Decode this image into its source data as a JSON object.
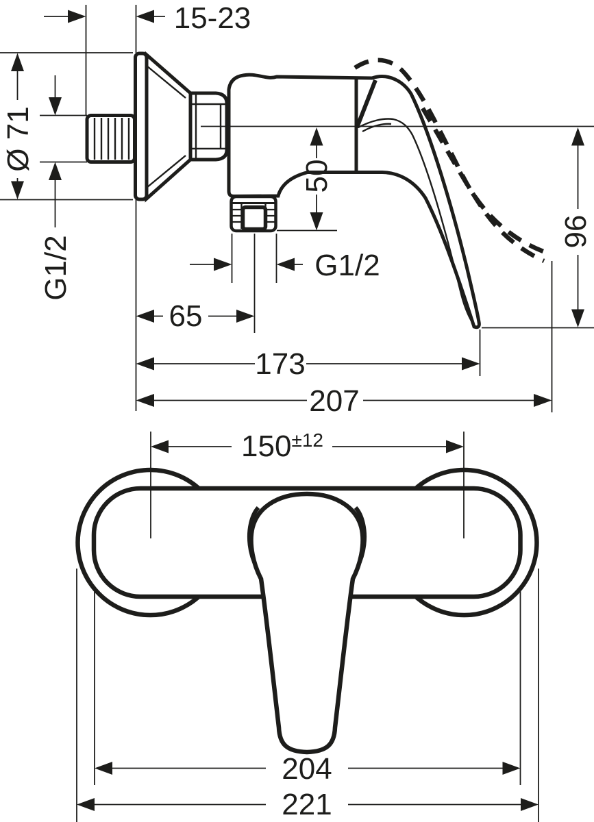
{
  "drawing": {
    "type": "technical-dimension-drawing",
    "subject": "single-lever shower mixer, exposed installation, side and front views",
    "background_color": "#ffffff",
    "line_color": "#1d1d1b",
    "views": {
      "side": "side view",
      "front": "front view"
    },
    "dimensions": {
      "wall_depth_range": "15-23",
      "escutcheon_diameter": "Ø 71",
      "inlet_thread": "G1/2",
      "center_to_outlet": "50",
      "outlet_thread": "G1/2",
      "wall_to_outlet_center": "65",
      "wall_to_handle_tip": "173",
      "max_projection": "207",
      "handle_tip_drop": "96",
      "connection_centers": "150",
      "connection_tolerance": "±12",
      "body_width": "204",
      "overall_width": "221"
    }
  }
}
